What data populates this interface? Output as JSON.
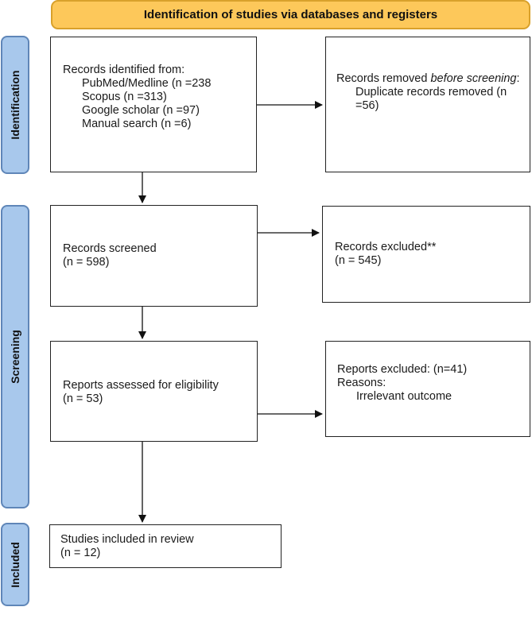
{
  "header": {
    "title": "Identification of studies via databases and registers"
  },
  "stages": {
    "identification": "Identification",
    "screening": "Screening",
    "included": "Included"
  },
  "identified": {
    "heading": "Records identified from:",
    "sources": [
      "PubMed/Medline (n =238",
      "Scopus (n =313)",
      "Google scholar (n =97)",
      "Manual search (n =6)"
    ]
  },
  "removed": {
    "heading_prefix": "Records removed ",
    "heading_emph": "before screening",
    "heading_suffix": ":",
    "detail": "Duplicate records removed (n =56)"
  },
  "screened": {
    "label": "Records screened",
    "count": "(n = 598)"
  },
  "excluded": {
    "label": "Records excluded**",
    "count": "(n = 545)"
  },
  "assessed": {
    "label": "Reports assessed for eligibility",
    "count": "(n = 53)"
  },
  "reports_excluded": {
    "label": "Reports excluded: (n=41)",
    "reasons_label": "Reasons:",
    "reason": "Irrelevant outcome"
  },
  "included_box": {
    "label": "Studies included in review",
    "count": "(n = 12)"
  }
}
